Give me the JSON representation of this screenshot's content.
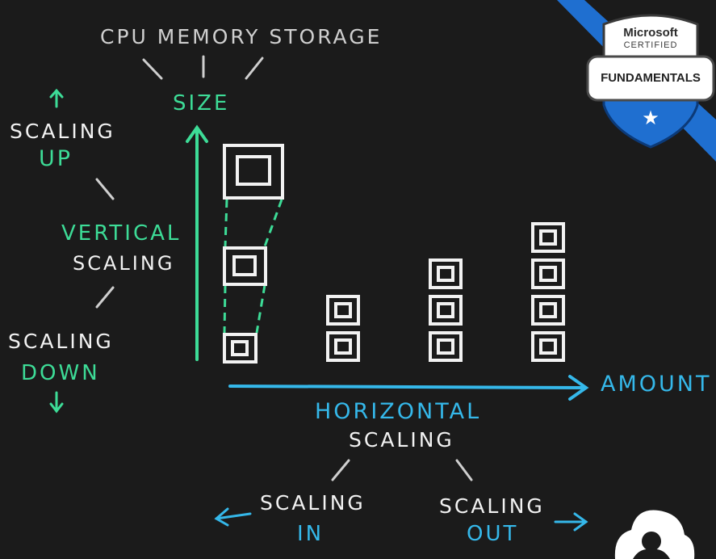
{
  "top_resources": "CPU MEMORY STORAGE",
  "axis_size": "SIZE",
  "axis_amount": "AMOUNT",
  "vertical": {
    "up_arrow": "↑",
    "scaling_up_1": "SCALING",
    "scaling_up_2": "UP",
    "title": "VERTICAL",
    "subtitle": "SCALING",
    "scaling_down_1": "SCALING",
    "scaling_down_2": "DOWN",
    "down_arrow": "↓"
  },
  "horizontal": {
    "title": "HORIZONTAL",
    "subtitle": "SCALING",
    "in_1": "SCALING",
    "in_2": "IN",
    "out_1": "SCALING",
    "out_2": "OUT",
    "left_arrow": "⟵",
    "right_arrow": "⟶"
  },
  "badge": {
    "brand": "Microsoft",
    "certified": "CERTIFIED",
    "level": "FUNDAMENTALS",
    "star": "★"
  },
  "colors": {
    "background": "#1b1b1b",
    "green": "#3ddc97",
    "blue": "#35b8ea",
    "white": "#f2f2f2",
    "badge_blue": "#1f6fd0"
  }
}
